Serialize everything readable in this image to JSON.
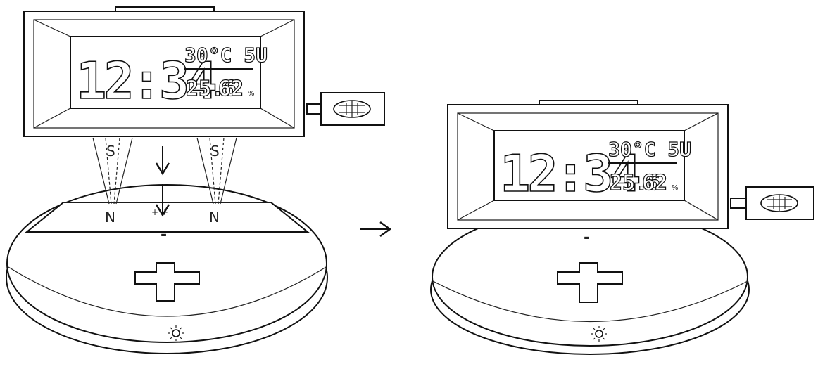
{
  "figure": {
    "left": {
      "display": {
        "time": "12:34",
        "top_right": "30°C 5U",
        "bottom_left": "25.6",
        "bottom_right": "62",
        "unit": "%"
      },
      "magnet_labels": {
        "left_top": "S",
        "right_top": "S",
        "left_bottom": "N",
        "right_bottom": "N"
      },
      "polarity": {
        "center_plus": "+ +",
        "center_minus": "-"
      }
    },
    "right": {
      "display": {
        "time": "12:34",
        "top_right": "30°C 5U",
        "bottom_left": "25.6",
        "bottom_right": "62",
        "unit": "%"
      },
      "polarity": {
        "center_minus": "-"
      }
    }
  }
}
